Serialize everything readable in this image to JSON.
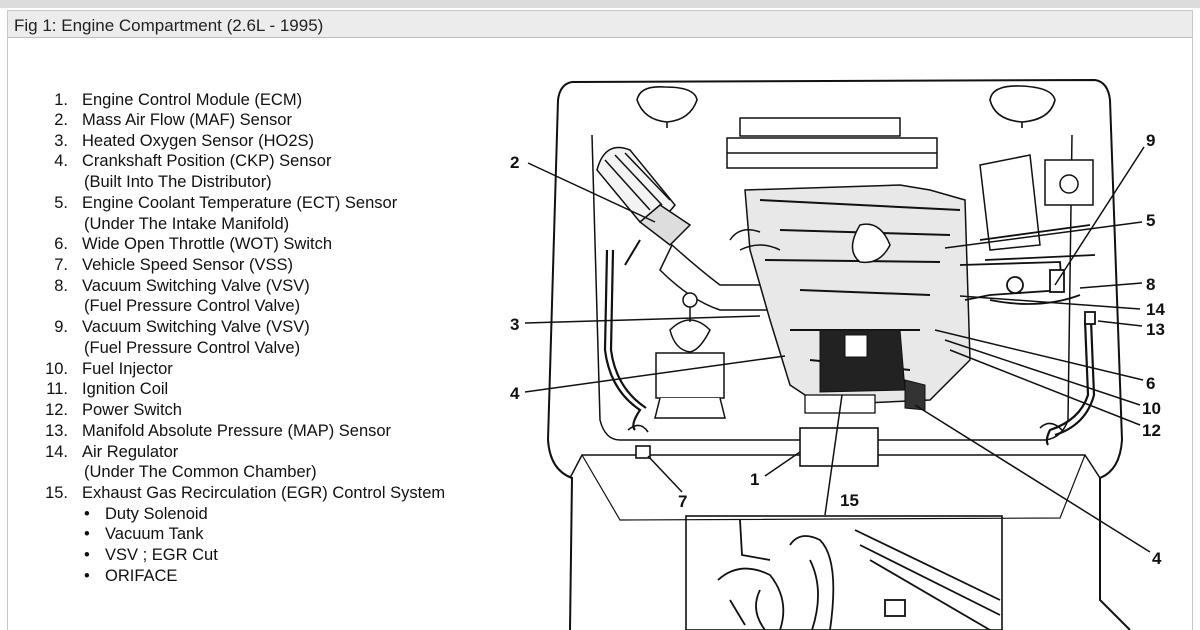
{
  "figure": {
    "title": "Fig 1: Engine Compartment (2.6L - 1995)"
  },
  "legend": [
    {
      "number": "1.",
      "label": "Engine Control Module (ECM)"
    },
    {
      "number": "2.",
      "label": "Mass Air Flow (MAF) Sensor"
    },
    {
      "number": "3.",
      "label": "Heated Oxygen Sensor (HO2S)"
    },
    {
      "number": "4.",
      "label": "Crankshaft Position (CKP) Sensor",
      "note": "(Built Into The Distributor)"
    },
    {
      "number": "5.",
      "label": "Engine Coolant Temperature (ECT) Sensor",
      "note": "(Under The Intake Manifold)"
    },
    {
      "number": "6.",
      "label": "Wide Open Throttle (WOT) Switch"
    },
    {
      "number": "7.",
      "label": "Vehicle Speed Sensor (VSS)"
    },
    {
      "number": "8.",
      "label": "Vacuum Switching Valve (VSV)",
      "note": "(Fuel Pressure Control Valve)"
    },
    {
      "number": "9.",
      "label": "Vacuum Switching Valve (VSV)",
      "note": "(Fuel Pressure Control Valve)"
    },
    {
      "number": "10.",
      "label": "Fuel Injector"
    },
    {
      "number": "11.",
      "label": "Ignition Coil"
    },
    {
      "number": "12.",
      "label": "Power Switch"
    },
    {
      "number": "13.",
      "label": "Manifold Absolute Pressure (MAP) Sensor"
    },
    {
      "number": "14.",
      "label": "Air Regulator",
      "note": "(Under The Common Chamber)"
    },
    {
      "number": "15.",
      "label": "Exhaust Gas Recirculation (EGR) Control System",
      "subitems": [
        "Duty Solenoid",
        "Vacuum Tank",
        "VSV ; EGR Cut",
        "ORIFACE"
      ]
    }
  ],
  "bullet_char": "•",
  "callouts": [
    "2",
    "3",
    "4",
    "9",
    "5",
    "8",
    "14",
    "13",
    "6",
    "10",
    "12",
    "1",
    "7",
    "15",
    "4"
  ]
}
